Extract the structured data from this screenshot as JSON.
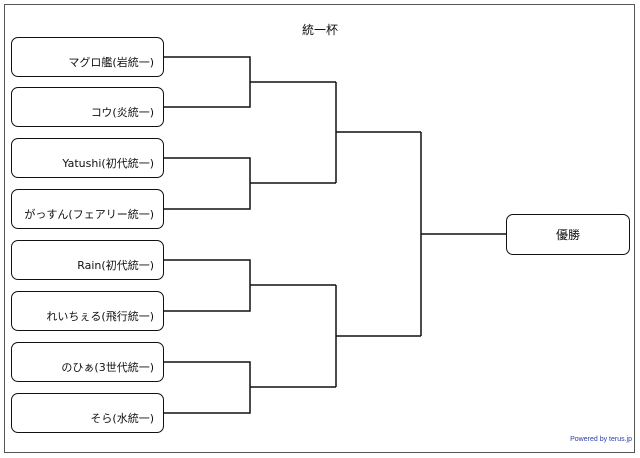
{
  "title": "統一杯",
  "entries": [
    "マグロ艦(岩統一)",
    "コウ(炎統一)",
    "Yatushi(初代統一)",
    "がっすん(フェアリー統一)",
    "Rain(初代統一)",
    "れいちぇる(飛行統一)",
    "のひぁ(3世代統一)",
    "そら(水統一)"
  ],
  "winner_label": "優勝",
  "footer": "Powered by terus.jp",
  "colors": {
    "line": "#111111",
    "footer": "#2a3ea8"
  }
}
